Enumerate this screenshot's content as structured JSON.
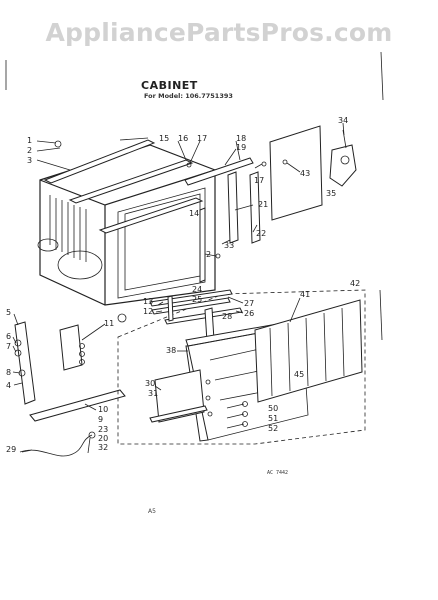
{
  "watermark": "AppliancePartsPros.com",
  "title": "CABINET",
  "model_line": "For Model: 106.7751393",
  "figure_code": "AC 7442",
  "page_mark": "A5",
  "callouts": [
    "1",
    "2",
    "3",
    "15",
    "16",
    "17",
    "18",
    "19",
    "14",
    "34",
    "43",
    "35",
    "17",
    "21",
    "22",
    "33",
    "2",
    "42",
    "41",
    "24",
    "25",
    "27",
    "26",
    "28",
    "13",
    "12",
    "11",
    "5",
    "6",
    "7",
    "8",
    "4",
    "38",
    "30",
    "31",
    "45",
    "50",
    "51",
    "52",
    "10",
    "9",
    "23",
    "20",
    "32",
    "29"
  ]
}
